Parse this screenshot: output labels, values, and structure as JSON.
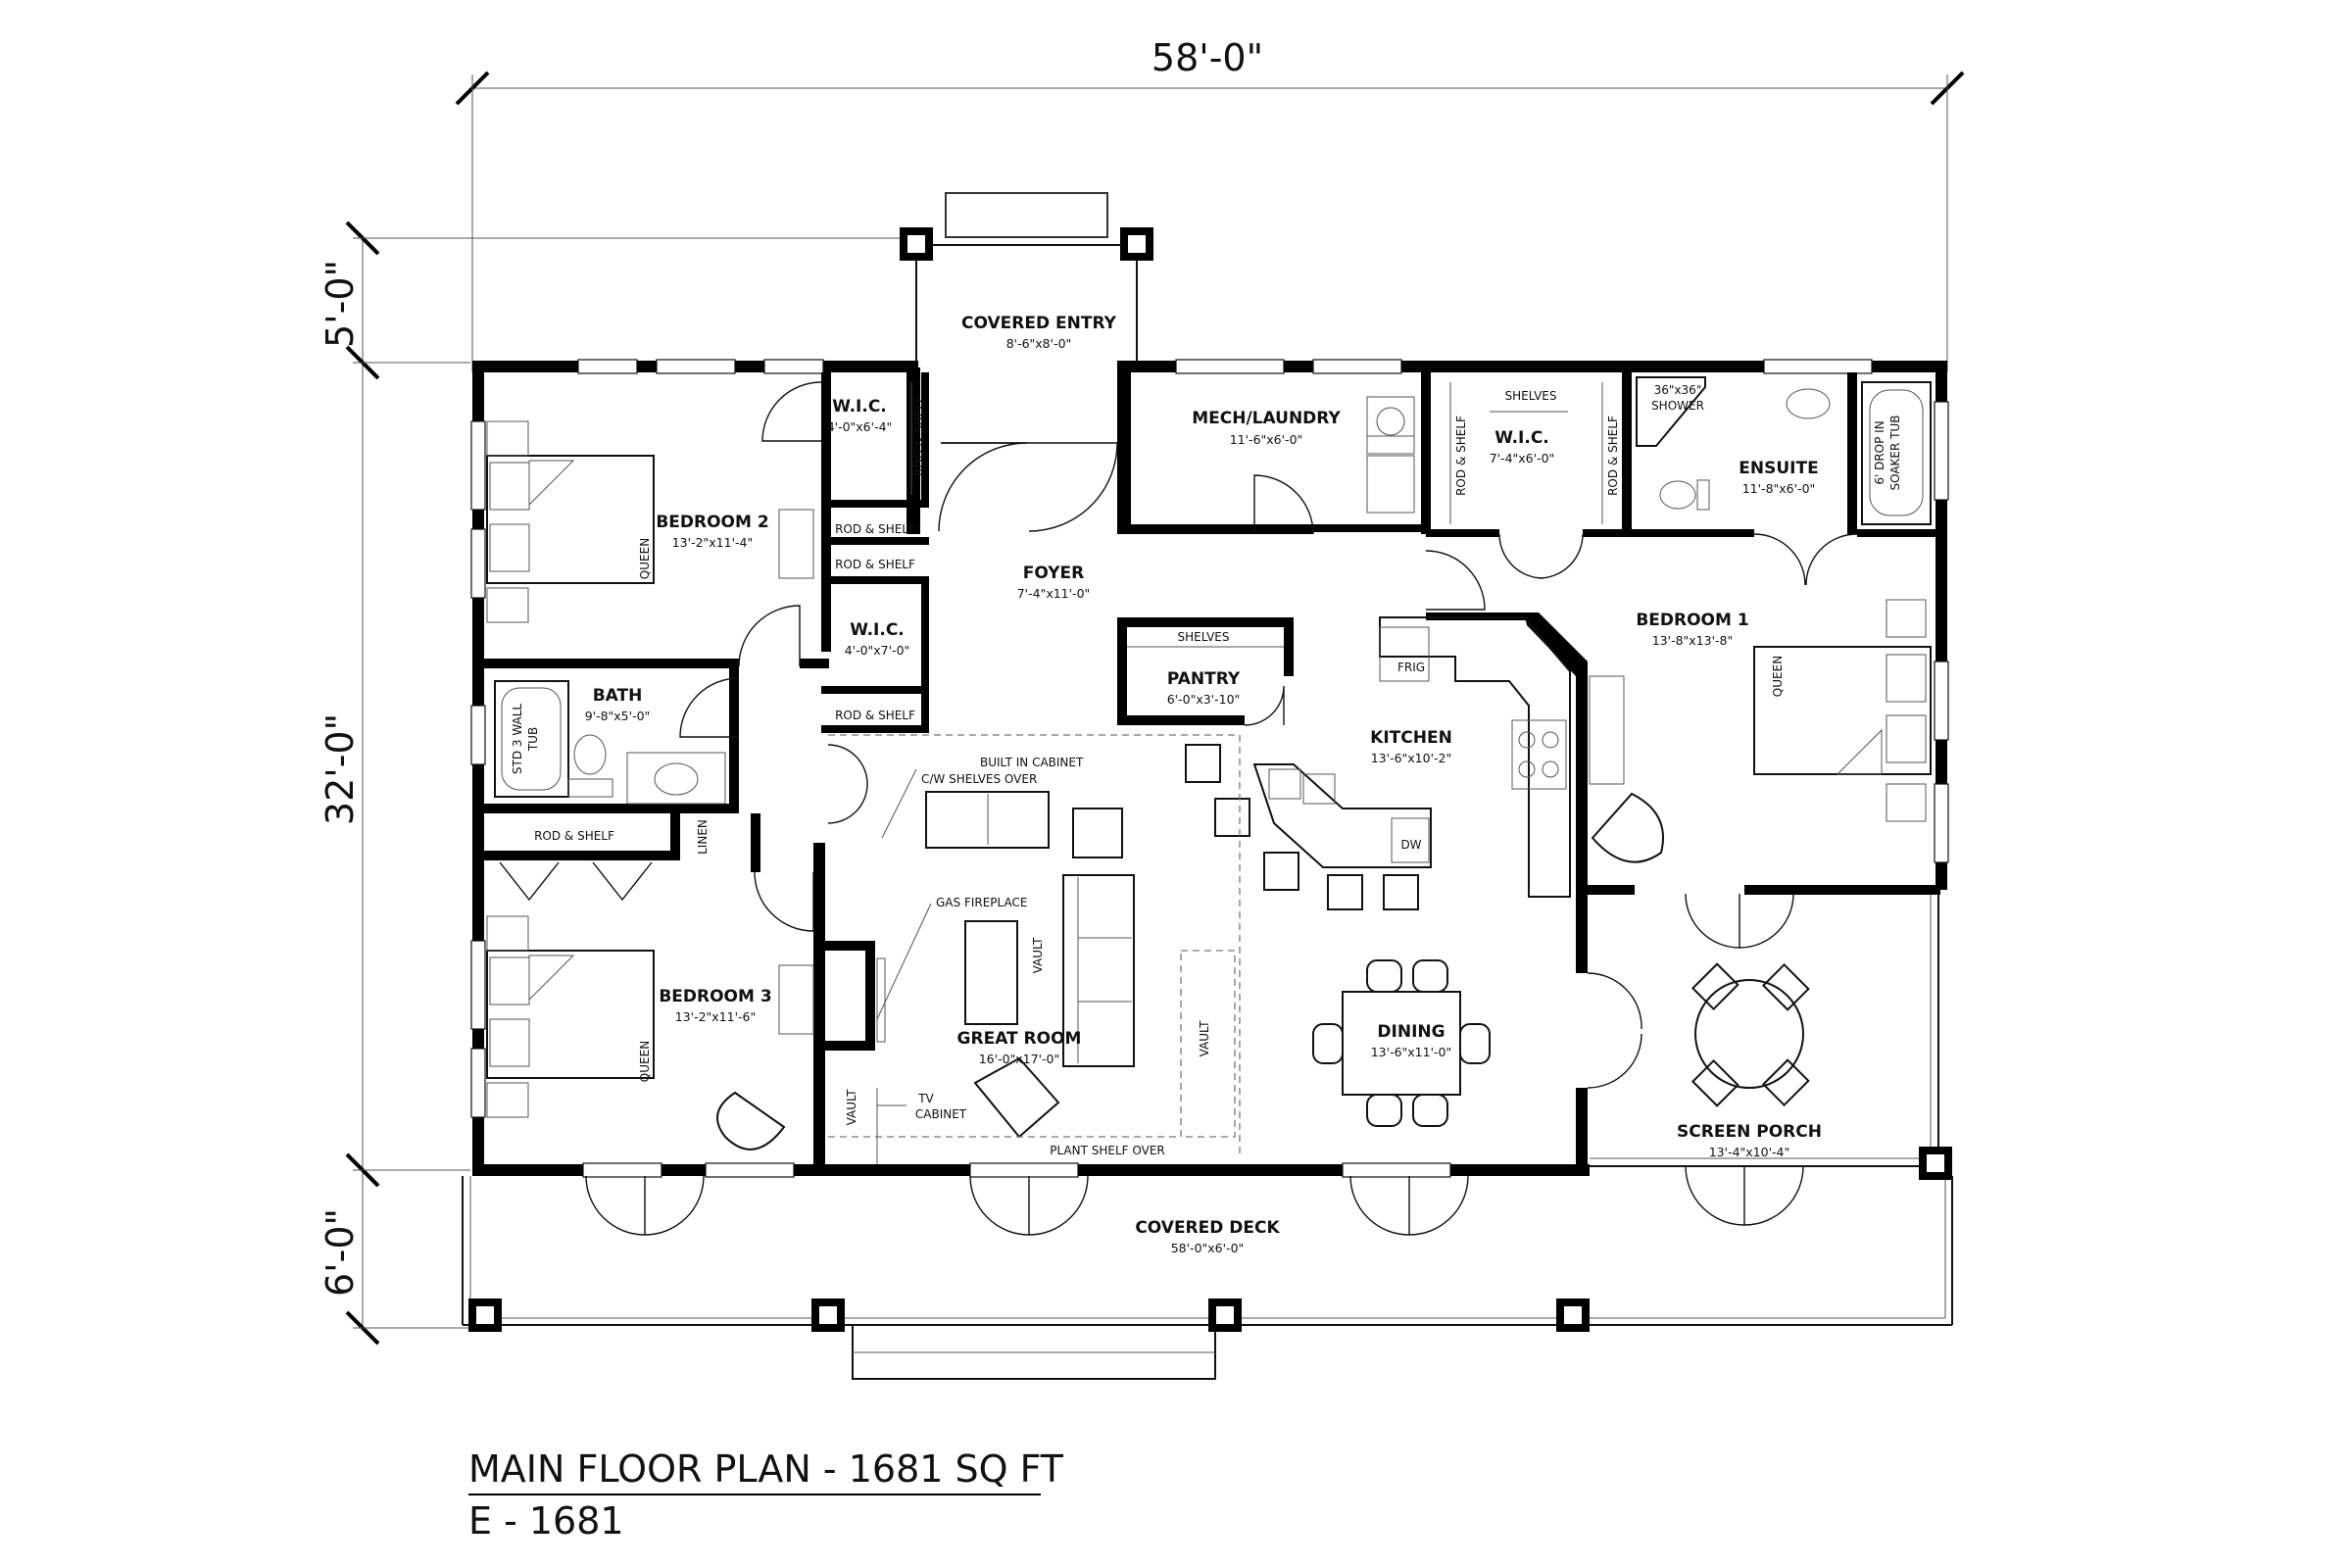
{
  "plan": {
    "title": "MAIN FLOOR PLAN - 1681 SQ FT",
    "model": "E - 1681",
    "dimensions": {
      "overall_width": "58'-0\"",
      "entry_depth": "5'-0\"",
      "house_depth": "32'-0\"",
      "deck_depth": "6'-0\""
    },
    "rooms": {
      "covered_entry": {
        "name": "COVERED ENTRY",
        "size": "8'-6\"x8'-0\""
      },
      "mech_laundry": {
        "name": "MECH/LAUNDRY",
        "size": "11'-6\"x6'-0\""
      },
      "wic_master": {
        "name": "W.I.C.",
        "size": "7'-4\"x6'-0\""
      },
      "ensuite": {
        "name": "ENSUITE",
        "size": "11'-8\"x6'-0\""
      },
      "wic_bed2": {
        "name": "W.I.C.",
        "size": "4'-0\"x6'-4\""
      },
      "bedroom2": {
        "name": "BEDROOM 2",
        "size": "13'-2\"x11'-4\""
      },
      "foyer": {
        "name": "FOYER",
        "size": "7'-4\"x11'-0\""
      },
      "wic_hall": {
        "name": "W.I.C.",
        "size": "4'-0\"x7'-0\""
      },
      "pantry": {
        "name": "PANTRY",
        "size": "6'-0\"x3'-10\""
      },
      "bedroom1": {
        "name": "BEDROOM 1",
        "size": "13'-8\"x13'-8\""
      },
      "bath": {
        "name": "BATH",
        "size": "9'-8\"x5'-0\""
      },
      "kitchen": {
        "name": "KITCHEN",
        "size": "13'-6\"x10'-2\""
      },
      "bedroom3": {
        "name": "BEDROOM 3",
        "size": "13'-2\"x11'-6\""
      },
      "great_room": {
        "name": "GREAT ROOM",
        "size": "16'-0\"x17'-0\""
      },
      "dining": {
        "name": "DINING",
        "size": "13'-6\"x11'-0\""
      },
      "screen_porch": {
        "name": "SCREEN PORCH",
        "size": "13'-4\"x10'-4\""
      },
      "covered_deck": {
        "name": "COVERED DECK",
        "size": "58'-0\"x6'-0\""
      }
    },
    "fixtures": {
      "rod_shelf": "ROD & SHELF",
      "shelves": "SHELVES",
      "shower": "36\"x36\"",
      "shower_word": "SHOWER",
      "soaker_line1": "6' DROP IN",
      "soaker_line2": "SOAKER TUB",
      "queen": "QUEEN",
      "frig": "FRIG",
      "dw": "DW",
      "linen": "LINEN",
      "tub_line1": "STD 3 WALL",
      "tub_line2": "TUB",
      "built_in_line1": "BUILT IN CABINET",
      "built_in_line2": "C/W SHELVES OVER",
      "gas_fireplace": "GAS FIREPLACE",
      "vault": "VAULT",
      "tv_line1": "TV",
      "tv_line2": "CABINET",
      "plant_shelf": "PLANT SHELF OVER"
    }
  }
}
